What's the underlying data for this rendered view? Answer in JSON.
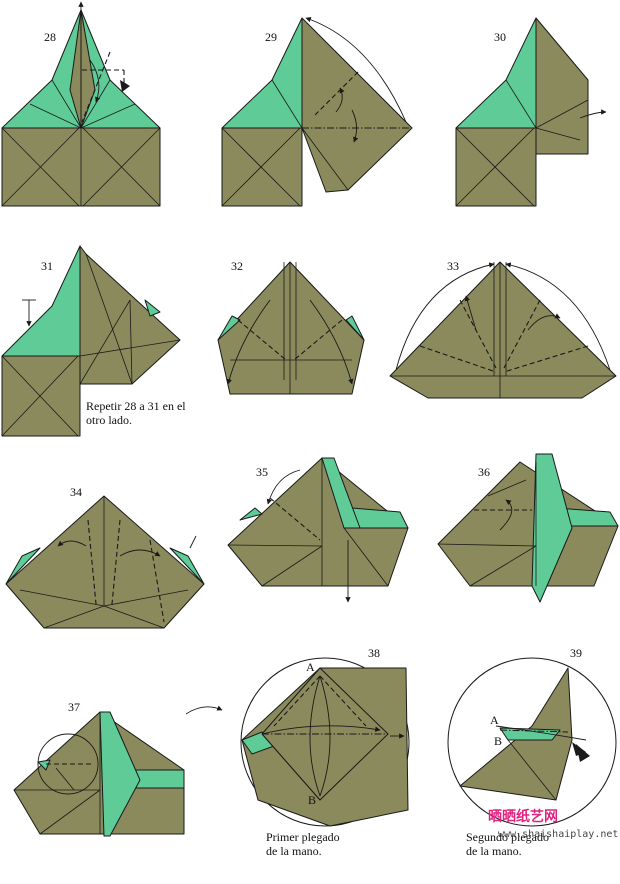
{
  "steps": [
    "28",
    "29",
    "30",
    "31",
    "32",
    "33",
    "34",
    "35",
    "36",
    "37",
    "38",
    "39"
  ],
  "captions": {
    "repeat": [
      "Repetir 28 a 31 en el",
      "otro lado."
    ],
    "first_fold": [
      "Primer plegado",
      "de la mano."
    ],
    "second_fold": [
      "Segundo plegado",
      "de la mano."
    ]
  },
  "point_labels": {
    "a38": "A",
    "b38": "B",
    "a39": "A",
    "b39": "B"
  },
  "watermark": {
    "site_cn": "晒晒纸艺网",
    "site_url": "www.shaishaiplay.net"
  },
  "colors": {
    "paper": "#8a8a5c",
    "reverse": "#5fcc98",
    "line": "#1a1a1a"
  }
}
